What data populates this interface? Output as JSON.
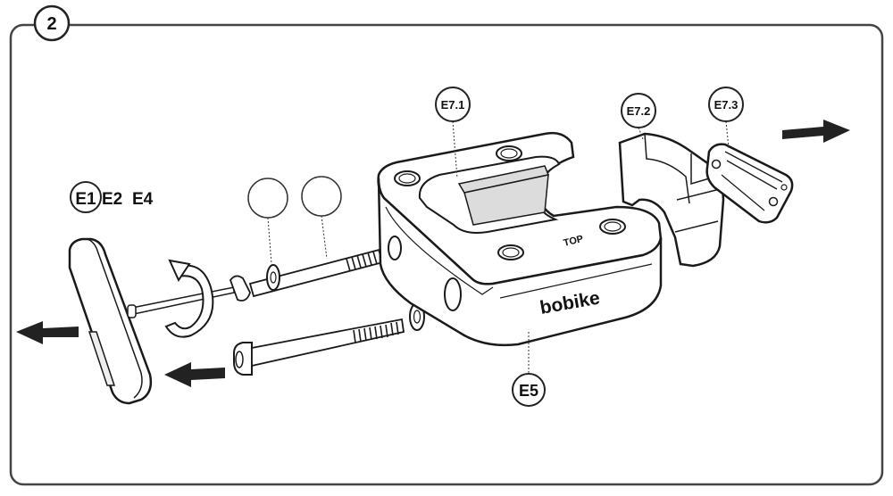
{
  "step": "2",
  "labels": {
    "e1": "E1",
    "e2": "E2",
    "e4": "E4",
    "e5": "E5",
    "e71": "E7.1",
    "e72": "E7.2",
    "e73": "E7.3"
  },
  "part_text": {
    "top": "TOP",
    "brand": "bobike"
  },
  "colors": {
    "stroke": "#1a1a1a",
    "fill": "#ffffff",
    "frame": "#444444",
    "shade": "#dcdcdc"
  }
}
